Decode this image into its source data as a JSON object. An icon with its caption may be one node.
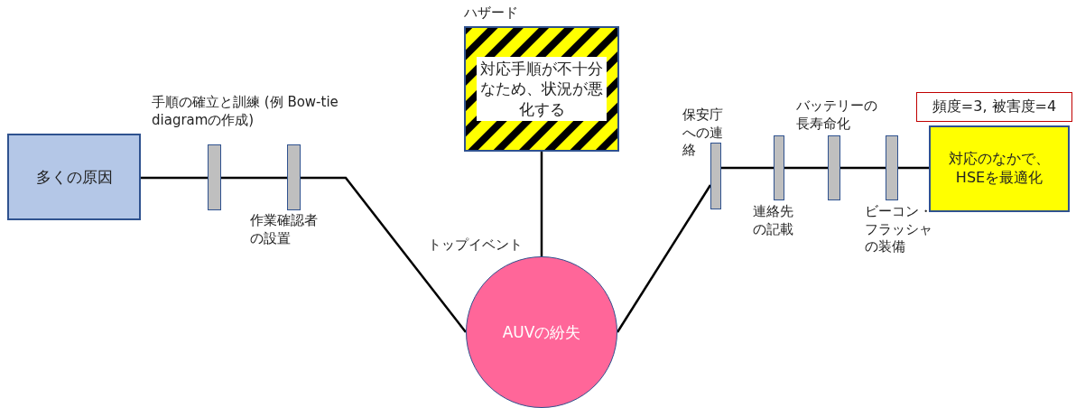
{
  "diagram": {
    "nodes": [
      {
        "text": [
          "多くの原因"
        ]
      },
      {
        "text": [],
        "shape": "bar",
        "beside": [
          "手順の確立と訓練 (例 Bow-tie diagramの作成)"
        ]
      },
      {
        "text": [],
        "shape": "bar",
        "beside": [
          "作業確認者の設置"
        ]
      },
      {
        "text": [
          "ハザード",
          "対応手順が不十分なため、状況が悪化する"
        ]
      },
      {
        "text": [
          "AUVの紛失"
        ],
        "beside": [
          "トップイベント"
        ]
      },
      {
        "text": [],
        "shape": "bar",
        "beside": [
          "保安庁への連絡"
        ]
      },
      {
        "text": [],
        "shape": "bar",
        "beside": [
          "連絡先の記載"
        ]
      },
      {
        "text": [],
        "shape": "bar",
        "beside": [
          "バッテリーの長寿命化"
        ]
      },
      {
        "text": [],
        "shape": "bar",
        "beside": [
          "ビーコン・フラッシャの装備"
        ]
      },
      {
        "text": [
          "対応のなかで、HSEを最適化"
        ]
      },
      {
        "text": [
          "頻度=3, 被害度=4"
        ]
      }
    ],
    "edges": [
      {
        "from": 0,
        "to": 1,
        "arrow": "none"
      },
      {
        "from": 1,
        "to": 2,
        "arrow": "none"
      },
      {
        "from": 2,
        "to": 4,
        "arrow": "none"
      },
      {
        "from": 3,
        "to": 4,
        "arrow": "none"
      },
      {
        "from": 4,
        "to": 5,
        "arrow": "none"
      },
      {
        "from": 5,
        "to": 6,
        "arrow": "none"
      },
      {
        "from": 6,
        "to": 7,
        "arrow": "none"
      },
      {
        "from": 7,
        "to": 8,
        "arrow": "none"
      },
      {
        "from": 8,
        "to": 9,
        "arrow": "none"
      }
    ]
  }
}
